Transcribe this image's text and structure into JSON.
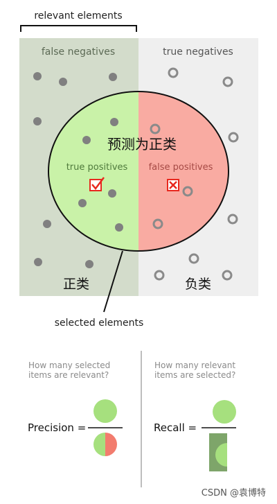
{
  "top": {
    "relevant_elements": "relevant elements",
    "false_negatives": "false negatives",
    "true_negatives": "true negatives",
    "predicted_positive_cn": "预测为正类",
    "true_positives": "true positives",
    "false_positives": "false positives",
    "positive_class_cn": "正类",
    "negative_class_cn": "负类",
    "selected_elements": "selected elements"
  },
  "bottom": {
    "precision_question_l1": "How many selected",
    "precision_question_l2": "items are relevant?",
    "recall_question_l1": "How many relevant",
    "recall_question_l2": "items are selected?",
    "precision_label": "Precision =",
    "recall_label": "Recall ="
  },
  "watermark": "CSDN @袁博特",
  "colors": {
    "relevant_bg": "#d3dccb",
    "negative_bg": "#efefef",
    "tp_fill": "#c9f2a8",
    "fp_fill": "#f9aba2",
    "dot_filled": "#808080",
    "dot_hollow": "#8a8a8a",
    "check": "#e8281e",
    "bar_green": "#7ea56a",
    "half_green": "#a6e07e",
    "half_red": "#f27c6e"
  },
  "icons": [
    "check-box-icon",
    "cross-box-icon"
  ]
}
